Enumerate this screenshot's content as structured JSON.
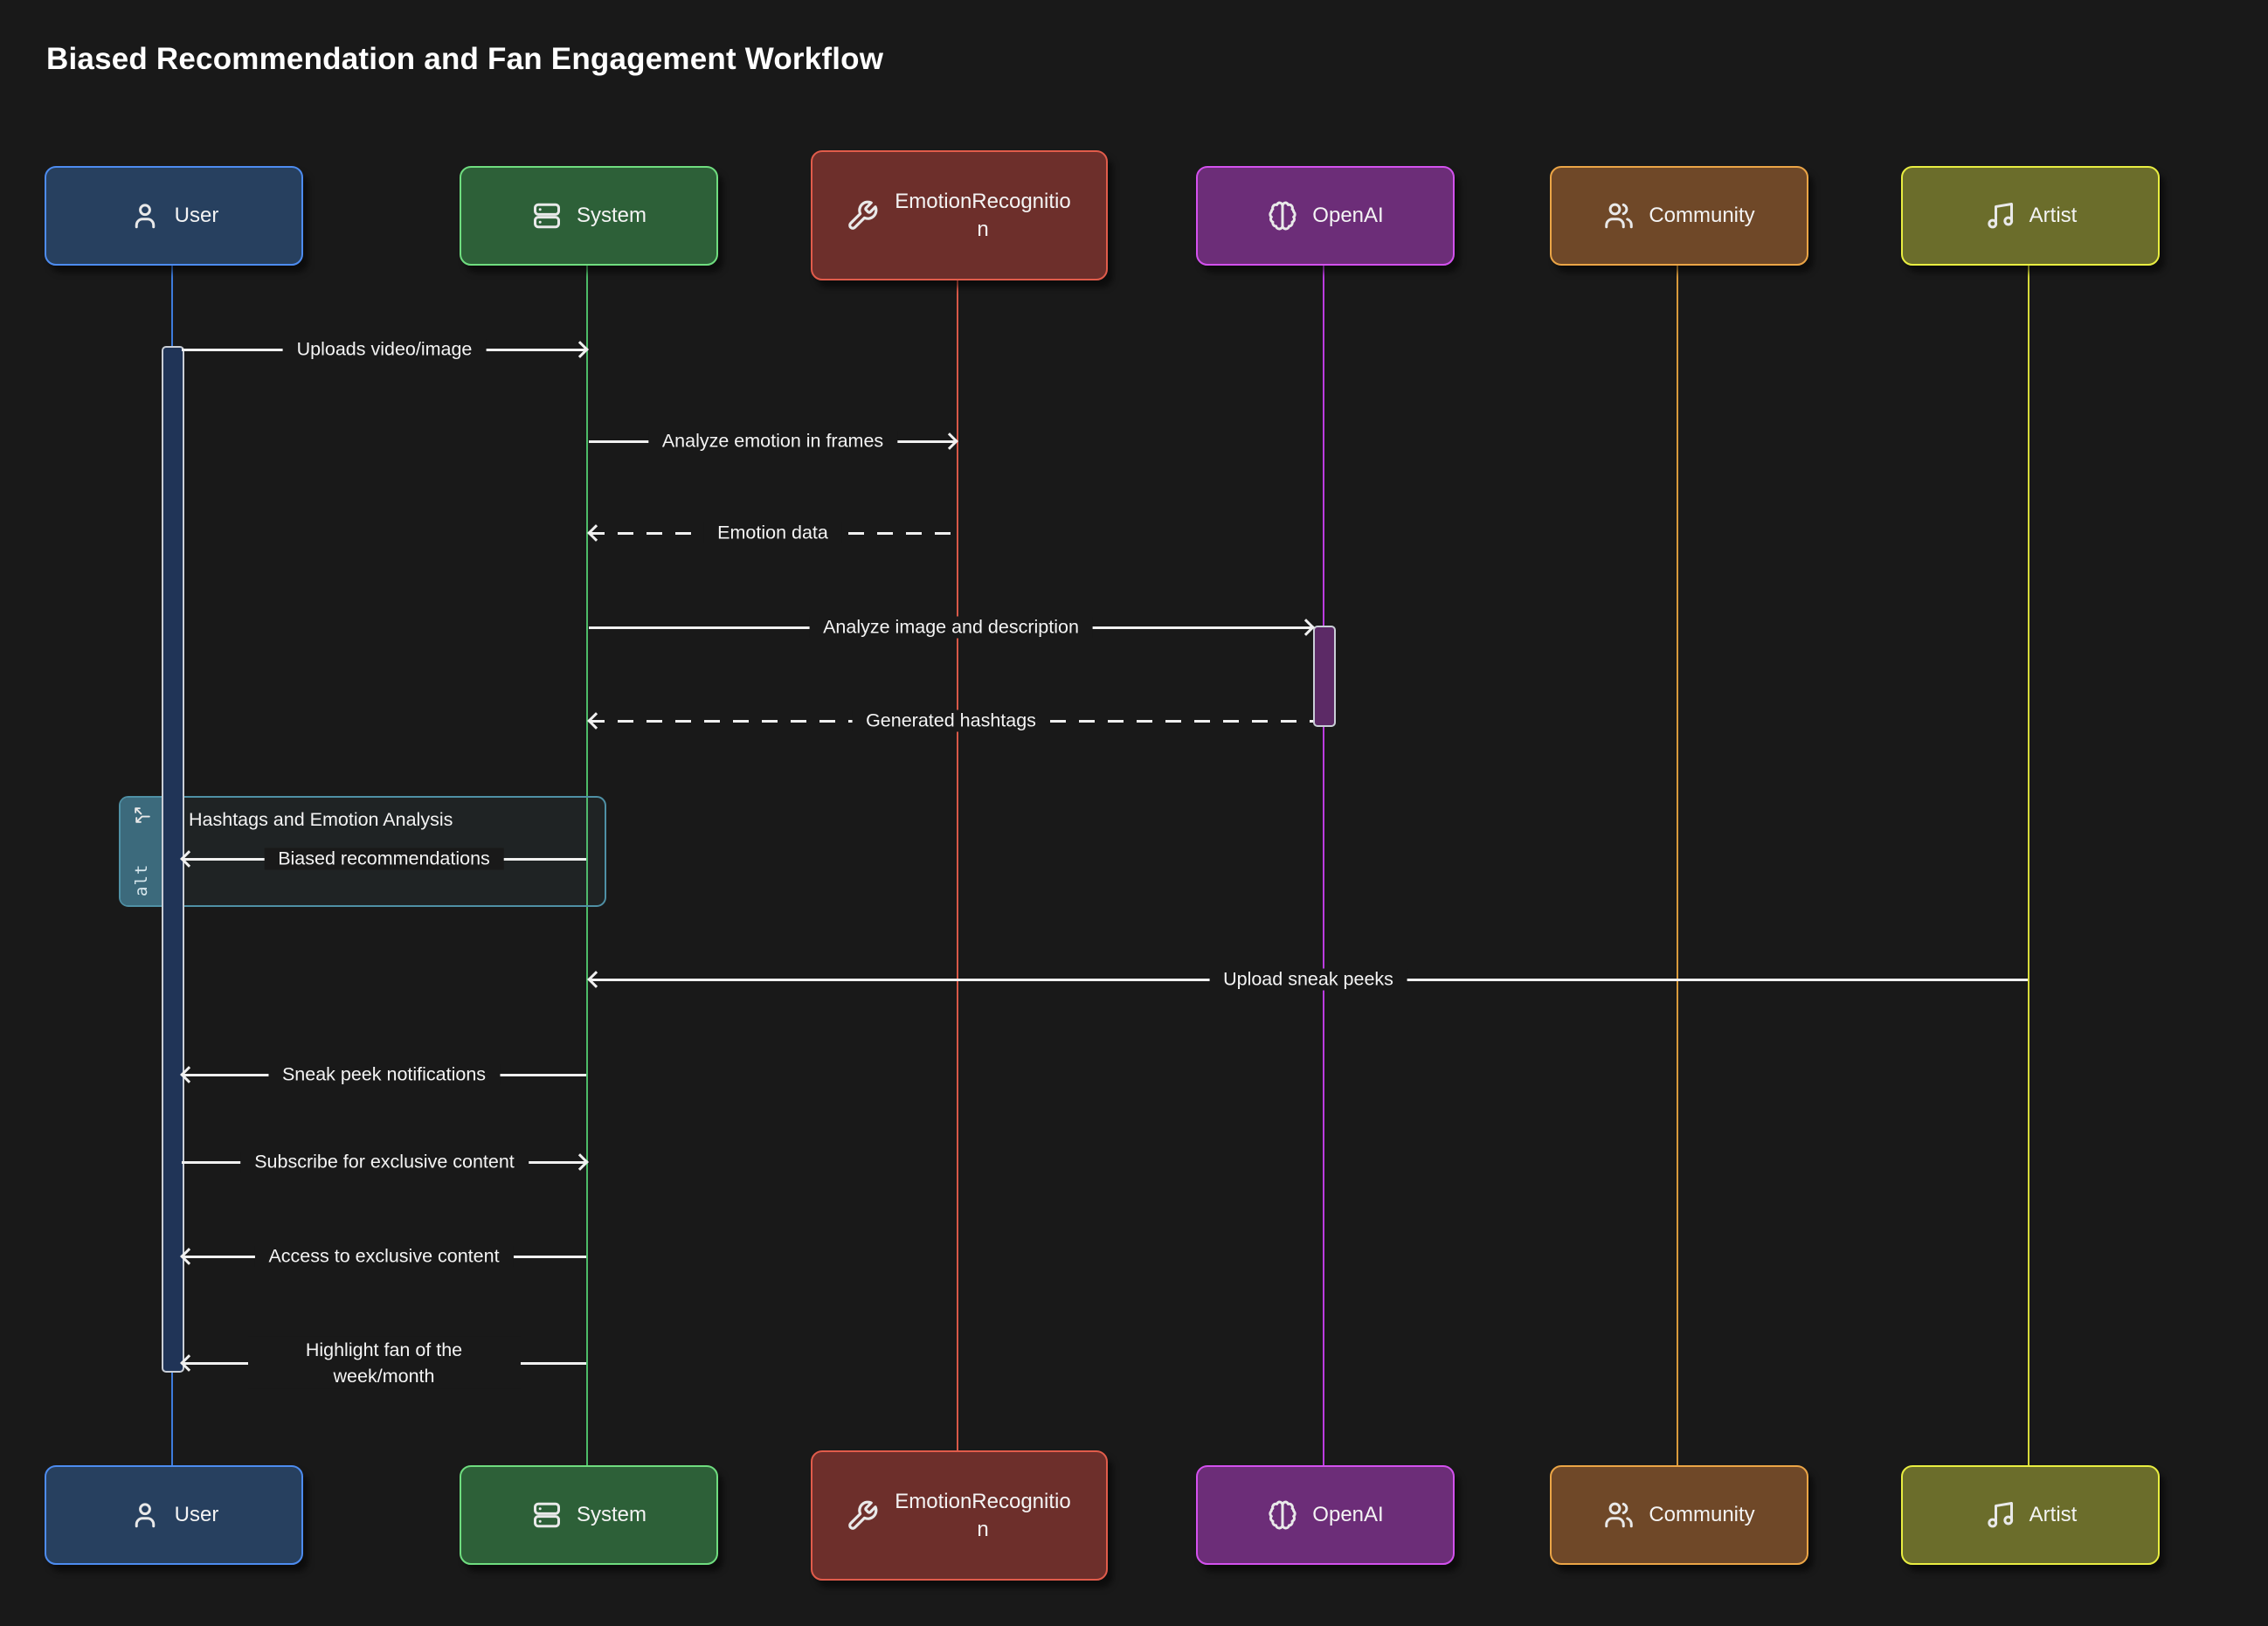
{
  "diagram": {
    "title": "Biased Recommendation and Fan Engagement Workflow",
    "type": "sequence-diagram"
  },
  "colors": {
    "background": "#191919",
    "text": "#f2f2f2",
    "arrow": "#f0f0f0",
    "alt_tab": "#3c6a7c",
    "alt_border": "#4f90a5",
    "user_fill": "#27405f",
    "user_border": "#4d8cf0",
    "system_fill": "#2d6038",
    "system_border": "#6fdd7f",
    "emotion_fill": "#6d2f2b",
    "emotion_border": "#e15c4b",
    "openai_fill": "#6c2d78",
    "openai_border": "#d351ee",
    "community_fill": "#6f4828",
    "community_border": "#eba546",
    "artist_fill": "#6b6d2b",
    "artist_border": "#e9ee41"
  },
  "actors": [
    {
      "id": "user",
      "label": "User",
      "icon": "person-icon"
    },
    {
      "id": "system",
      "label": "System",
      "icon": "server-icon"
    },
    {
      "id": "emotion",
      "label": "EmotionRecognition",
      "icon": "wrench-icon"
    },
    {
      "id": "openai",
      "label": "OpenAI",
      "icon": "brain-icon"
    },
    {
      "id": "community",
      "label": "Community",
      "icon": "users-icon"
    },
    {
      "id": "artist",
      "label": "Artist",
      "icon": "music-icon"
    }
  ],
  "messages": [
    {
      "from": "User",
      "to": "System",
      "label": "Uploads video/image",
      "line": "solid"
    },
    {
      "from": "System",
      "to": "EmotionRecognition",
      "label": "Analyze emotion in frames",
      "line": "solid"
    },
    {
      "from": "EmotionRecognition",
      "to": "System",
      "label": "Emotion data",
      "line": "dashed"
    },
    {
      "from": "System",
      "to": "OpenAI",
      "label": "Analyze image and description",
      "line": "solid"
    },
    {
      "from": "OpenAI",
      "to": "System",
      "label": "Generated hashtags",
      "line": "dashed"
    },
    {
      "from": "System",
      "to": "User",
      "label": "Biased recommendations",
      "line": "solid"
    },
    {
      "from": "Artist",
      "to": "System",
      "label": "Upload sneak peeks",
      "line": "solid"
    },
    {
      "from": "System",
      "to": "User",
      "label": "Sneak peek notifications",
      "line": "solid"
    },
    {
      "from": "User",
      "to": "System",
      "label": "Subscribe for exclusive content",
      "line": "solid"
    },
    {
      "from": "System",
      "to": "User",
      "label": "Access to exclusive content",
      "line": "solid"
    },
    {
      "from": "System",
      "to": "User",
      "label": "Highlight fan of the week/month",
      "line": "solid"
    }
  ],
  "fragment": {
    "operator": "alt",
    "condition": "Hashtags and Emotion Analysis"
  }
}
